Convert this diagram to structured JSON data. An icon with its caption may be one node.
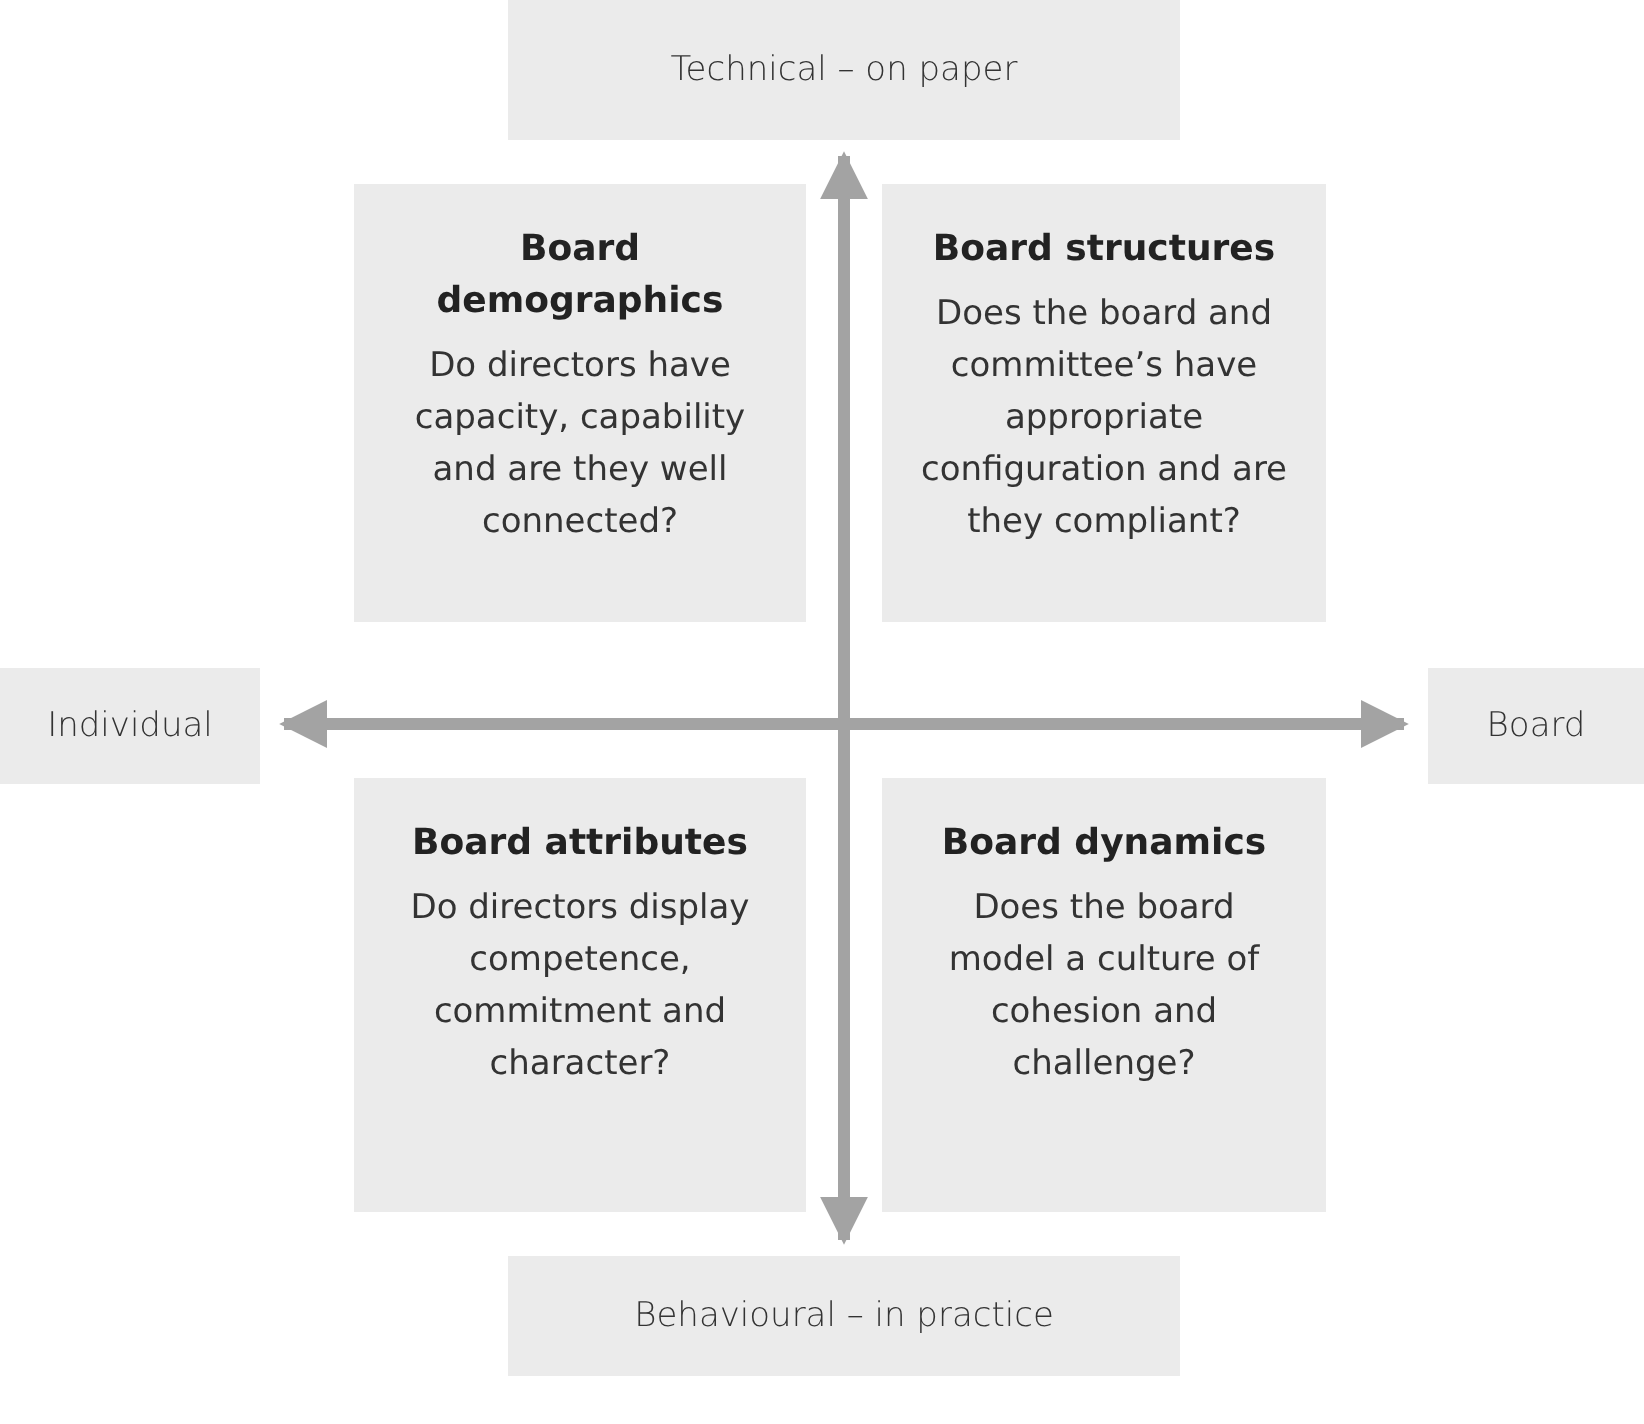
{
  "diagram": {
    "nodes": [
      {
        "text": [
          "Technical – on paper"
        ]
      },
      {
        "text": [
          "Board demographics",
          "Do directors have capacity, capability and are they well connected?"
        ]
      },
      {
        "text": [
          "Board structures",
          "Does the board and committee’s have appropriate configuration and are they compliant?"
        ]
      },
      {
        "text": [
          "Individual"
        ]
      },
      {
        "text": [
          "Board"
        ]
      },
      {
        "text": [
          "Board attributes",
          "Do directors display competence, commitment and character?"
        ]
      },
      {
        "text": [
          "Board dynamics",
          "Does the board model a culture of cohesion and challenge?"
        ]
      },
      {
        "text": [
          "Behavioural – in practice"
        ]
      }
    ],
    "edges": [
      {
        "from": 0,
        "to": 7,
        "arrow": "both"
      },
      {
        "from": 3,
        "to": 4,
        "arrow": "both"
      }
    ]
  }
}
